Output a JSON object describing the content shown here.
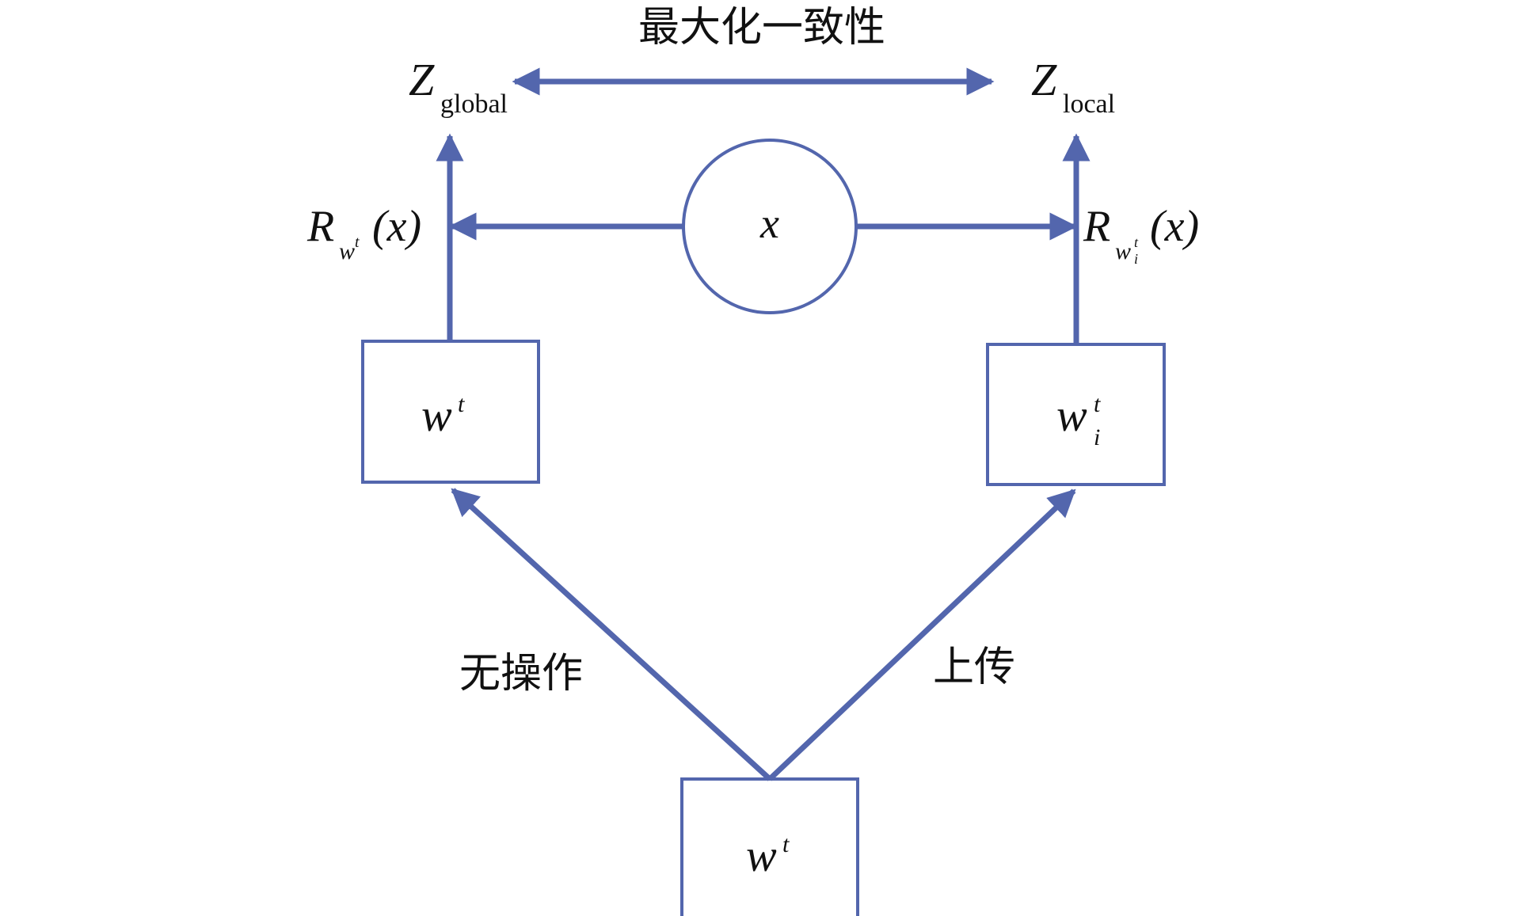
{
  "title": "最大化一致性",
  "colors": {
    "stroke": "#5366ad",
    "text": "#111111",
    "background": "#ffffff"
  },
  "top_labels": {
    "global": {
      "main": "Z",
      "sub": "global"
    },
    "local": {
      "main": "Z",
      "sub": "local"
    }
  },
  "center_node": {
    "label": "x"
  },
  "representations": {
    "global": {
      "main": "R",
      "sub": "w",
      "sup": "t",
      "arg": "(x)"
    },
    "local": {
      "main": "R",
      "sub": "w",
      "sub_sup": "t",
      "sub_sub": "i",
      "arg": "(x)"
    }
  },
  "boxes": {
    "global_model": {
      "main": "w",
      "sup": "t"
    },
    "local_model": {
      "main": "w",
      "sup": "t",
      "sub": "i"
    },
    "server_model": {
      "main": "w",
      "sup": "t"
    }
  },
  "edge_labels": {
    "no_op": "无操作",
    "upload": "上传"
  }
}
